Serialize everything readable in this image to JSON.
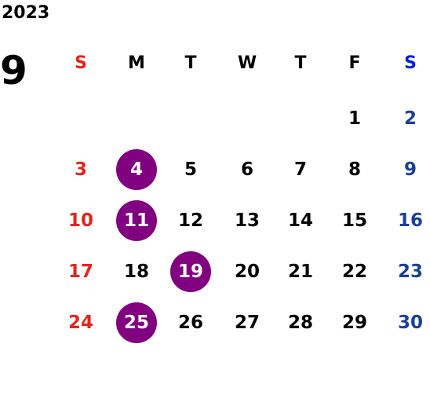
{
  "calendar": {
    "year": "2023",
    "month": "9",
    "weekdays": [
      "S",
      "M",
      "T",
      "W",
      "T",
      "F",
      "S"
    ],
    "first_weekday_index": 5,
    "days_in_month": 30,
    "highlighted_days": [
      4,
      11,
      19,
      25
    ],
    "colors": {
      "sunday": "#e0261d",
      "saturday": "#1c3f94",
      "saturday_header": "#0b1fd6",
      "highlight": "#800080",
      "text": "#000000"
    }
  }
}
